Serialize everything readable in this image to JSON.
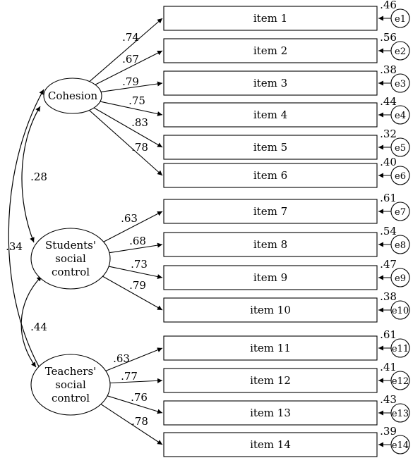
{
  "factors": [
    {
      "id": "cohesion",
      "lines": [
        "Cohesion"
      ]
    },
    {
      "id": "students",
      "lines": [
        "Students'",
        "social",
        "control"
      ]
    },
    {
      "id": "teachers",
      "lines": [
        "Teachers'",
        "social",
        "control"
      ]
    }
  ],
  "items": [
    {
      "label": "item 1",
      "factor": "cohesion",
      "loading": ".74",
      "residual": ".46",
      "error": "e1"
    },
    {
      "label": "item 2",
      "factor": "cohesion",
      "loading": ".67",
      "residual": ".56",
      "error": "e2"
    },
    {
      "label": "item 3",
      "factor": "cohesion",
      "loading": ".79",
      "residual": ".38",
      "error": "e3"
    },
    {
      "label": "item 4",
      "factor": "cohesion",
      "loading": ".75",
      "residual": ".44",
      "error": "e4"
    },
    {
      "label": "item 5",
      "factor": "cohesion",
      "loading": ".83",
      "residual": ".32",
      "error": "e5"
    },
    {
      "label": "item 6",
      "factor": "cohesion",
      "loading": ".78",
      "residual": ".40",
      "error": "e6"
    },
    {
      "label": "item 7",
      "factor": "students",
      "loading": ".63",
      "residual": ".61",
      "error": "e7"
    },
    {
      "label": "item 8",
      "factor": "students",
      "loading": ".68",
      "residual": ".54",
      "error": "e8"
    },
    {
      "label": "item 9",
      "factor": "students",
      "loading": ".73",
      "residual": ".47",
      "error": "e9"
    },
    {
      "label": "item 10",
      "factor": "students",
      "loading": ".79",
      "residual": ".38",
      "error": "e10"
    },
    {
      "label": "item 11",
      "factor": "teachers",
      "loading": ".63",
      "residual": ".61",
      "error": "e11"
    },
    {
      "label": "item 12",
      "factor": "teachers",
      "loading": ".77",
      "residual": ".41",
      "error": "e12"
    },
    {
      "label": "item 13",
      "factor": "teachers",
      "loading": ".76",
      "residual": ".43",
      "error": "e13"
    },
    {
      "label": "item 14",
      "factor": "teachers",
      "loading": ".78",
      "residual": ".39",
      "error": "e14"
    }
  ],
  "correlations": [
    {
      "from": "cohesion",
      "to": "students",
      "value": ".28"
    },
    {
      "from": "students",
      "to": "teachers",
      "value": ".44"
    },
    {
      "from": "cohesion",
      "to": "teachers",
      "value": ".34"
    }
  ]
}
